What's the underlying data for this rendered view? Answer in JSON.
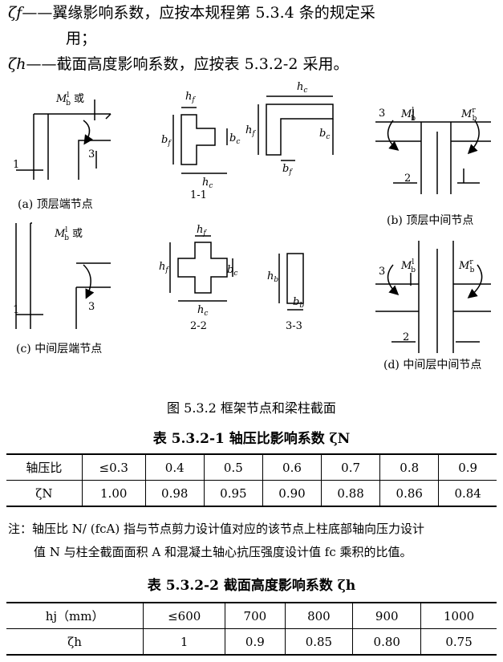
{
  "intro": {
    "zeta_f_symbol": "ζf",
    "zeta_f_text": "——翼缘影响系数，应按本规程第 5.3.4 条的规定采",
    "zeta_f_text_cont": "用；",
    "zeta_h_symbol": "ζh",
    "zeta_h_text": "——截面高度影响系数，应按表 5.3.2-2 采用。"
  },
  "figure": {
    "caption_a": "(a) 顶层端节点",
    "caption_b": "(b) 顶层中间节点",
    "caption_c": "(c) 中间层端节点",
    "caption_d": "(d) 中间层中间节点",
    "label_1_1": "1-1",
    "label_2_2": "2-2",
    "label_3_3": "3-3",
    "moment_a": "M",
    "or_text": "或",
    "sup_l": "l",
    "sup_r": "r",
    "sub_b": "b",
    "mark_1": "1",
    "mark_2": "2",
    "mark_3": "3",
    "dim_hf": "h",
    "dim_bf": "b",
    "dim_hc": "h",
    "dim_bc": "b",
    "dim_hb": "h",
    "dim_bb": "b",
    "sub_f": "f",
    "sub_c": "c",
    "title": "图 5.3.2   框架节点和梁柱截面"
  },
  "table1": {
    "title": "表 5.3.2-1   轴压比影响系数 ζN",
    "row1": [
      "轴压比",
      "≤0.3",
      "0.4",
      "0.5",
      "0.6",
      "0.7",
      "0.8",
      "0.9"
    ],
    "row2": [
      "ζN",
      "1.00",
      "0.98",
      "0.95",
      "0.90",
      "0.88",
      "0.86",
      "0.84"
    ]
  },
  "note": {
    "line1": "注：轴压比 N/ (fcA) 指与节点剪力设计值对应的该节点上柱底部轴向压力设计",
    "line2": "值 N 与柱全截面面积 A 和混凝土轴心抗压强度设计值 fc 乘积的比值。"
  },
  "table2": {
    "title": "表 5.3.2-2   截面高度影响系数 ζh",
    "row1": [
      "hj（mm）",
      "≤600",
      "700",
      "800",
      "900",
      "1000"
    ],
    "row2": [
      "ζh",
      "1",
      "0.9",
      "0.85",
      "0.80",
      "0.75"
    ]
  }
}
